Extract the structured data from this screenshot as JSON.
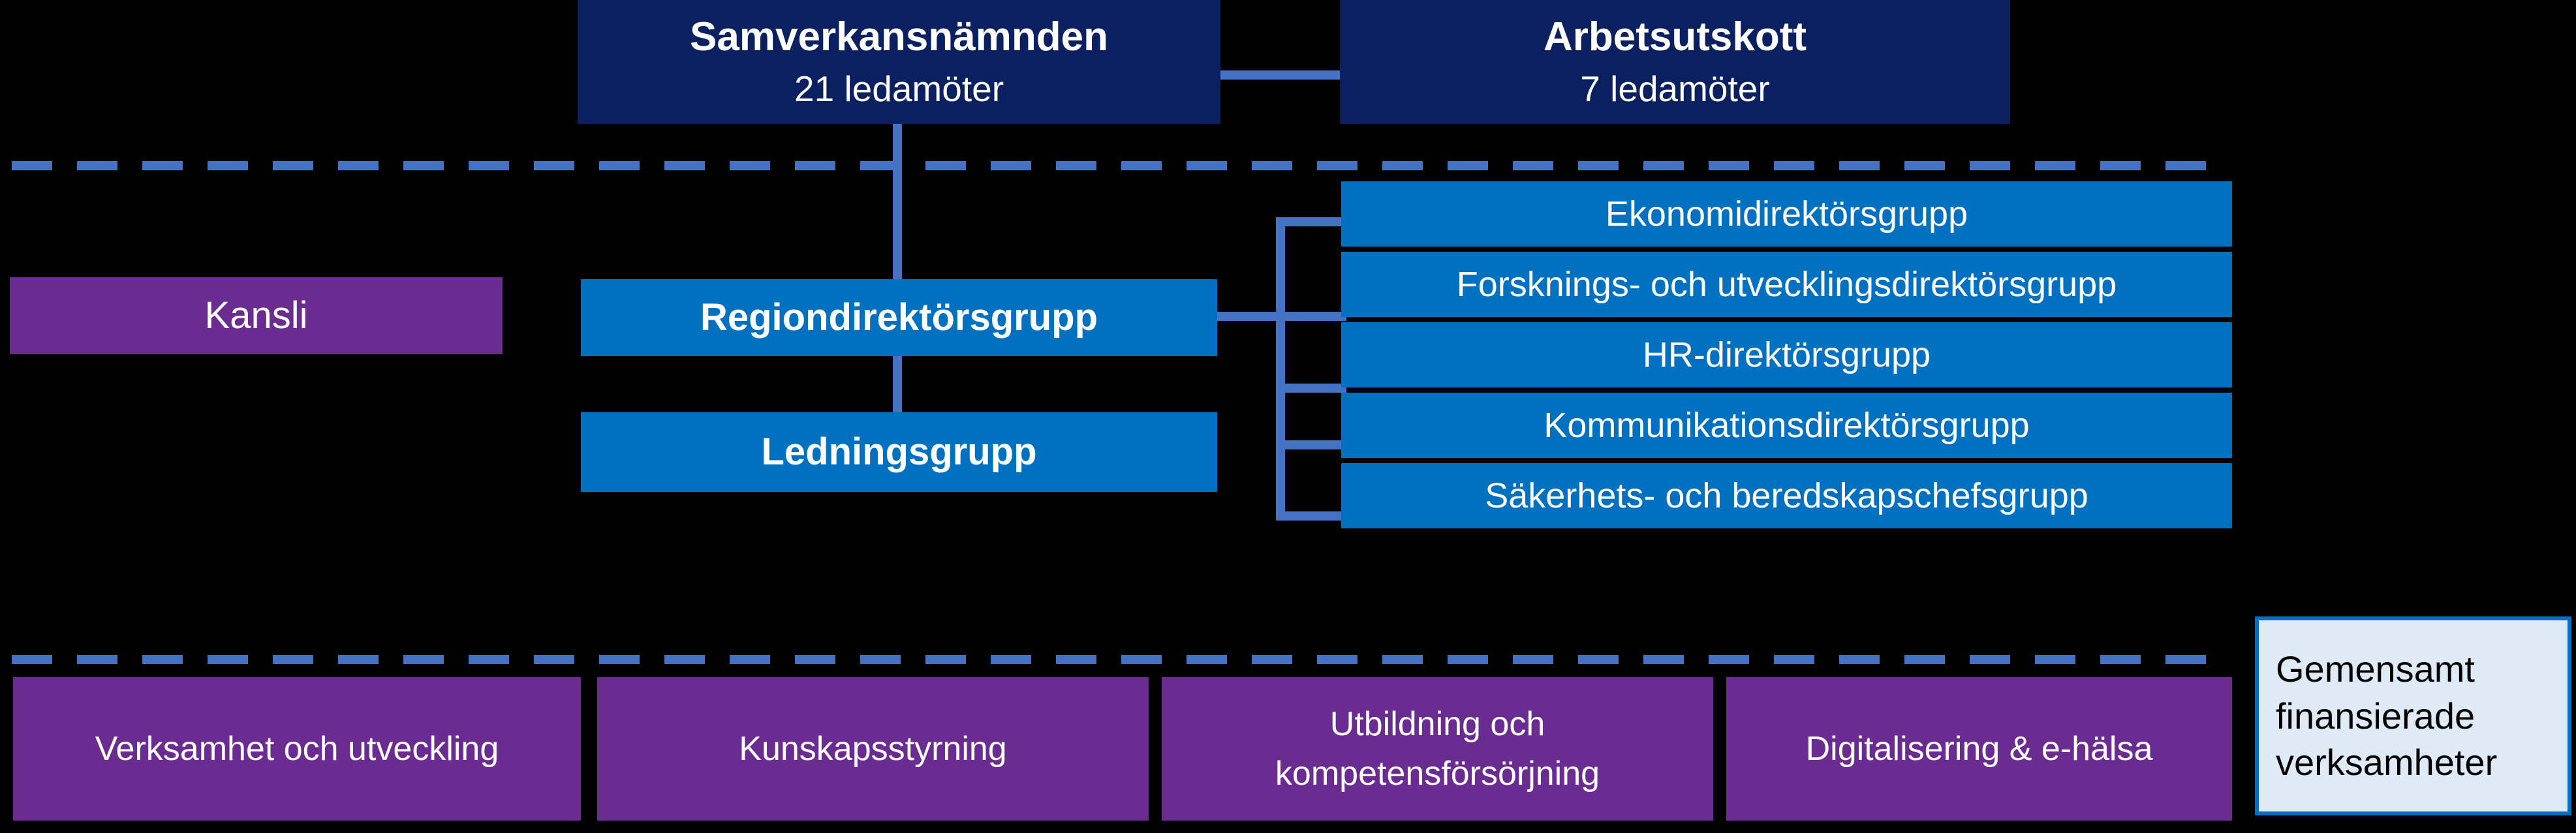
{
  "diagram": {
    "title_row": {
      "samverkansnamnden": {
        "title": "Samverkansnämnden",
        "subtitle": "21 ledamöter",
        "color": "#0A2060"
      },
      "arbetsutskott": {
        "title": "Arbetsutskott",
        "subtitle": "7 ledamöter",
        "color": "#0A2060"
      }
    },
    "middle_row": {
      "kansli": {
        "label": "Kansli",
        "color": "#6A2C91"
      },
      "regiondirektorsgrupp": {
        "label": "Regiondirektörsgrupp",
        "color": "#0070C0"
      },
      "ledningsgrupp": {
        "label": "Ledningsgrupp",
        "color": "#0070C0"
      }
    },
    "director_groups": {
      "color": "#0070C0",
      "items": [
        {
          "label": "Ekonomidirektörsgrupp"
        },
        {
          "label": "Forsknings- och utvecklingsdirektörsgrupp"
        },
        {
          "label": "HR-direktörsgrupp"
        },
        {
          "label": "Kommunikationsdirektörsgrupp"
        },
        {
          "label": "Säkerhets- och beredskapschefsgrupp"
        }
      ]
    },
    "bottom_row": {
      "color": "#6A2C91",
      "items": [
        {
          "label": "Verksamhet och utveckling"
        },
        {
          "label": "Kunskapsstyrning"
        },
        {
          "label_line1": "Utbildning och",
          "label_line2": "kompetensförsörjning"
        },
        {
          "label": "Digitalisering & e-hälsa"
        }
      ]
    },
    "side_note": {
      "line1": "Gemensamt",
      "line2": "finansierade",
      "line3": "verksamheter",
      "fill": "#DEEAF6",
      "border": "#0070C0"
    },
    "connector_color": "#4472C4"
  }
}
